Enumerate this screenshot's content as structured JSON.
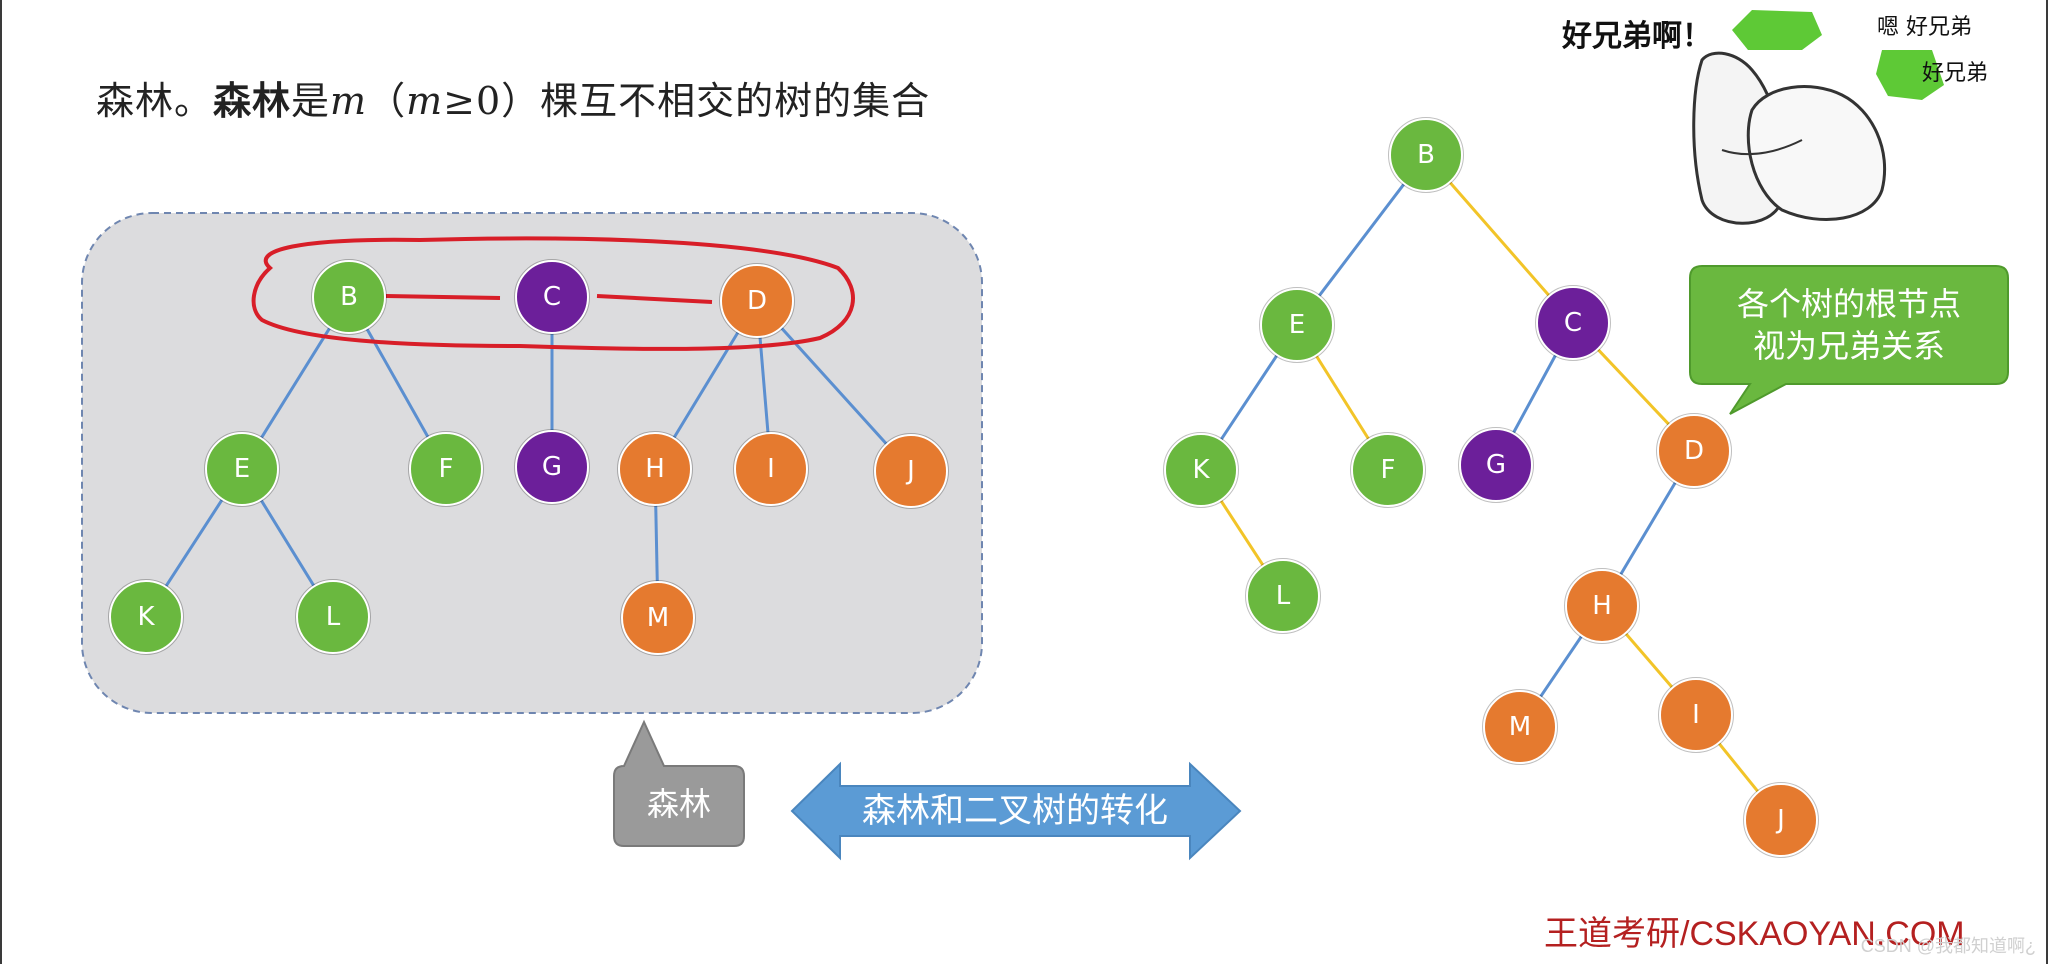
{
  "headline": {
    "part1": "森林。",
    "part2": "森林",
    "part3": "是",
    "part4": "m",
    "part5": "（",
    "part6": "m",
    "part7": "≥0）棵互不相交的树的集合"
  },
  "colors": {
    "green": "#6ab83f",
    "purple": "#6c1f9a",
    "orange": "#e57a2f",
    "blue_edge": "#5b8fd0",
    "yellow_edge": "#f2c428",
    "red_circle": "#d81e28",
    "forest_bg": "#dcdcde",
    "callout_green": "#6ab83f",
    "forest_label_bg": "#9a9a9a",
    "arrow_blue": "#5b9bd5"
  },
  "forest": {
    "nodes": [
      {
        "id": "B",
        "label": "B",
        "color": "green"
      },
      {
        "id": "C",
        "label": "C",
        "color": "purple"
      },
      {
        "id": "D",
        "label": "D",
        "color": "orange"
      },
      {
        "id": "E",
        "label": "E",
        "color": "green"
      },
      {
        "id": "F",
        "label": "F",
        "color": "green"
      },
      {
        "id": "G",
        "label": "G",
        "color": "purple"
      },
      {
        "id": "H",
        "label": "H",
        "color": "orange"
      },
      {
        "id": "I",
        "label": "I",
        "color": "orange"
      },
      {
        "id": "J",
        "label": "J",
        "color": "orange"
      },
      {
        "id": "K",
        "label": "K",
        "color": "green"
      },
      {
        "id": "L",
        "label": "L",
        "color": "green"
      },
      {
        "id": "M",
        "label": "M",
        "color": "orange"
      }
    ],
    "edges": [
      [
        "B",
        "E"
      ],
      [
        "B",
        "F"
      ],
      [
        "E",
        "K"
      ],
      [
        "E",
        "L"
      ],
      [
        "C",
        "G"
      ],
      [
        "D",
        "H"
      ],
      [
        "D",
        "I"
      ],
      [
        "D",
        "J"
      ],
      [
        "H",
        "M"
      ]
    ],
    "label": "森林"
  },
  "binary_tree": {
    "nodes": [
      {
        "id": "B",
        "label": "B",
        "color": "green"
      },
      {
        "id": "E",
        "label": "E",
        "color": "green"
      },
      {
        "id": "C",
        "label": "C",
        "color": "purple"
      },
      {
        "id": "K",
        "label": "K",
        "color": "green"
      },
      {
        "id": "F",
        "label": "F",
        "color": "green"
      },
      {
        "id": "G",
        "label": "G",
        "color": "purple"
      },
      {
        "id": "D",
        "label": "D",
        "color": "orange"
      },
      {
        "id": "L",
        "label": "L",
        "color": "green"
      },
      {
        "id": "H",
        "label": "H",
        "color": "orange"
      },
      {
        "id": "M",
        "label": "M",
        "color": "orange"
      },
      {
        "id": "I",
        "label": "I",
        "color": "orange"
      },
      {
        "id": "J",
        "label": "J",
        "color": "orange"
      }
    ],
    "edges": [
      {
        "from": "B",
        "to": "E",
        "kind": "child"
      },
      {
        "from": "B",
        "to": "C",
        "kind": "sibling"
      },
      {
        "from": "E",
        "to": "K",
        "kind": "child"
      },
      {
        "from": "E",
        "to": "F",
        "kind": "sibling"
      },
      {
        "from": "K",
        "to": "L",
        "kind": "sibling"
      },
      {
        "from": "C",
        "to": "G",
        "kind": "child"
      },
      {
        "from": "C",
        "to": "D",
        "kind": "sibling"
      },
      {
        "from": "D",
        "to": "H",
        "kind": "child"
      },
      {
        "from": "H",
        "to": "M",
        "kind": "child"
      },
      {
        "from": "H",
        "to": "I",
        "kind": "sibling"
      },
      {
        "from": "I",
        "to": "J",
        "kind": "sibling"
      }
    ]
  },
  "callout": {
    "line1": "各个树的根节点",
    "line2": "视为兄弟关系"
  },
  "arrow_label": "森林和二叉树的转化",
  "meme": {
    "text1": "好兄弟啊！",
    "text2": "嗯 好兄弟",
    "text3": "好兄弟"
  },
  "watermark": "王道考研/CSKAOYAN.COM",
  "csdn": "CSDN @我都知道啊¿"
}
